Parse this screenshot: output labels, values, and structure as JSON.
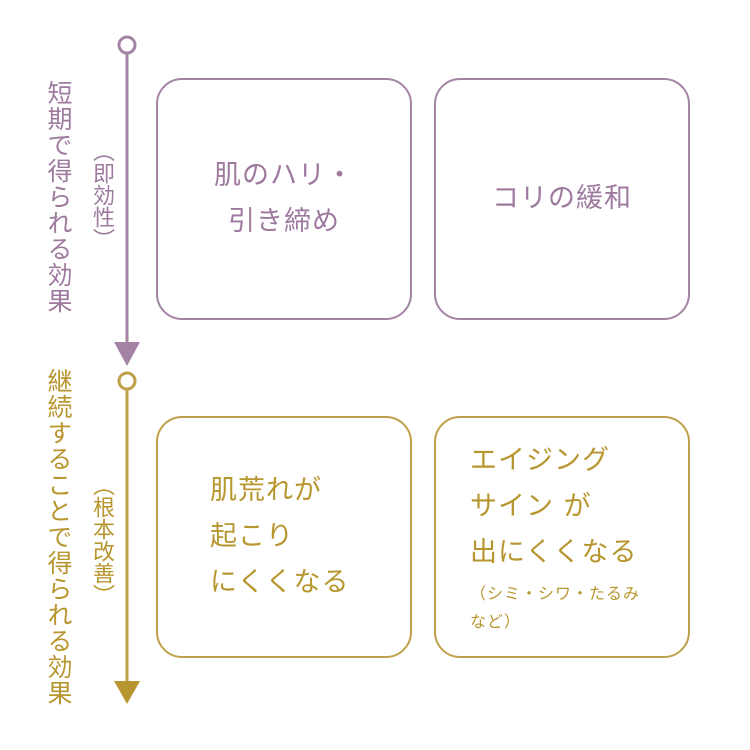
{
  "colors": {
    "top_accent": "#a384a4",
    "bottom_accent": "#b8962f"
  },
  "top_section": {
    "label": "短期で得られる効果",
    "sub_label": "（即効性）",
    "cards": [
      {
        "lines": [
          "肌のハリ・",
          "引き締め"
        ]
      },
      {
        "lines": [
          "コリの緩和"
        ]
      }
    ]
  },
  "bottom_section": {
    "label": "継続することで得られる効果",
    "sub_label": "（根本改善）",
    "cards": [
      {
        "lines": [
          "肌荒れが",
          "起こり",
          "にくくなる"
        ]
      },
      {
        "lines": [
          "エイジング",
          "サイン が",
          "出にくくなる"
        ],
        "note_lines": [
          "（シミ・シワ・たるみ",
          "など）"
        ]
      }
    ]
  }
}
